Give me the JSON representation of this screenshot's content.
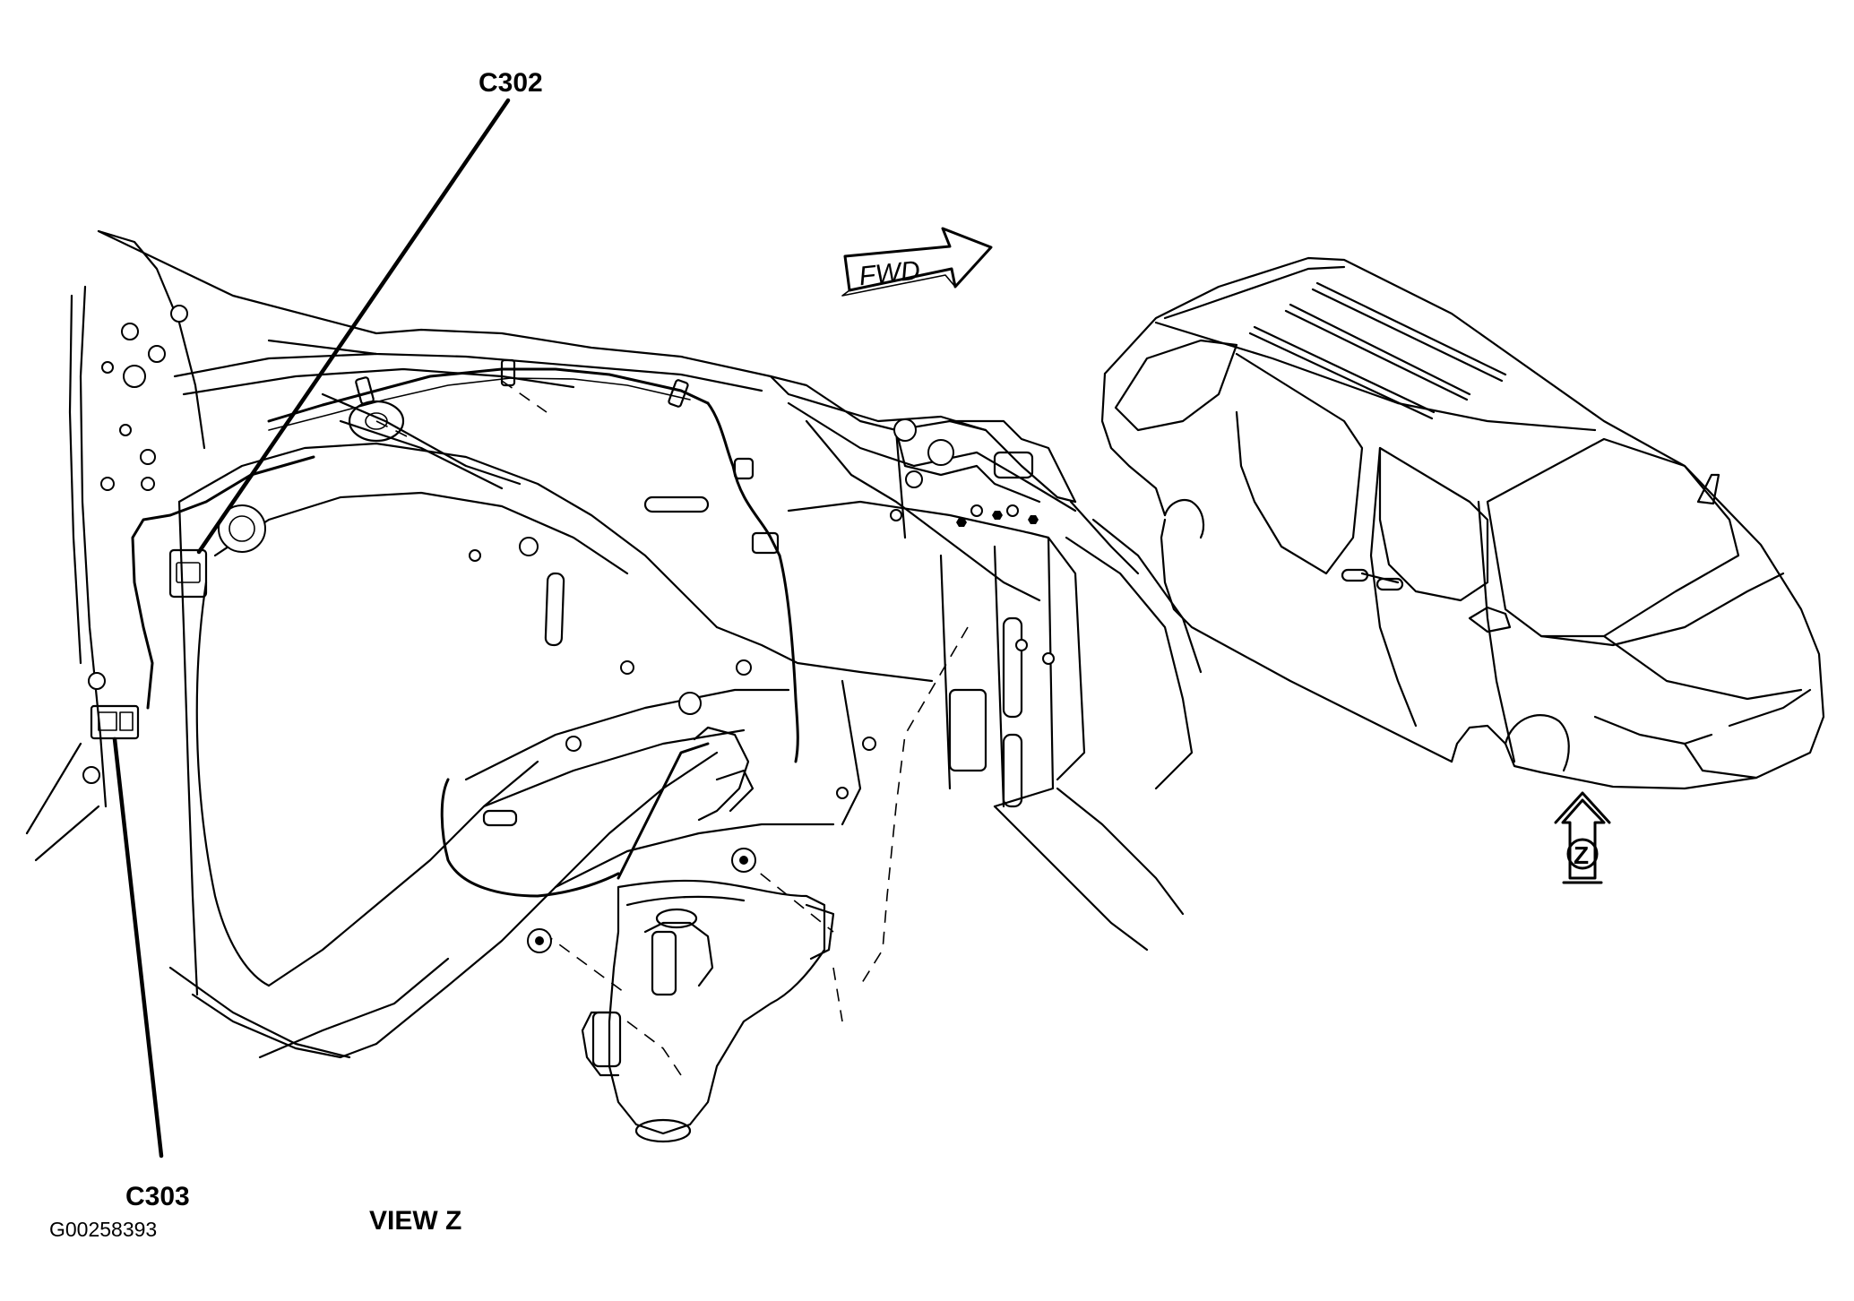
{
  "figure_id": "G00258393",
  "view_label": "VIEW Z",
  "callouts": {
    "c302": "C302",
    "c303": "C303"
  },
  "direction_arrow": {
    "label": "FWD",
    "icon": "forward-arrow-icon"
  },
  "view_marker": {
    "letter": "Z",
    "icon": "view-direction-arrow-icon"
  },
  "vehicle_icon": "minivan-outline-icon",
  "colors": {
    "line": "#000000",
    "background": "#ffffff"
  }
}
